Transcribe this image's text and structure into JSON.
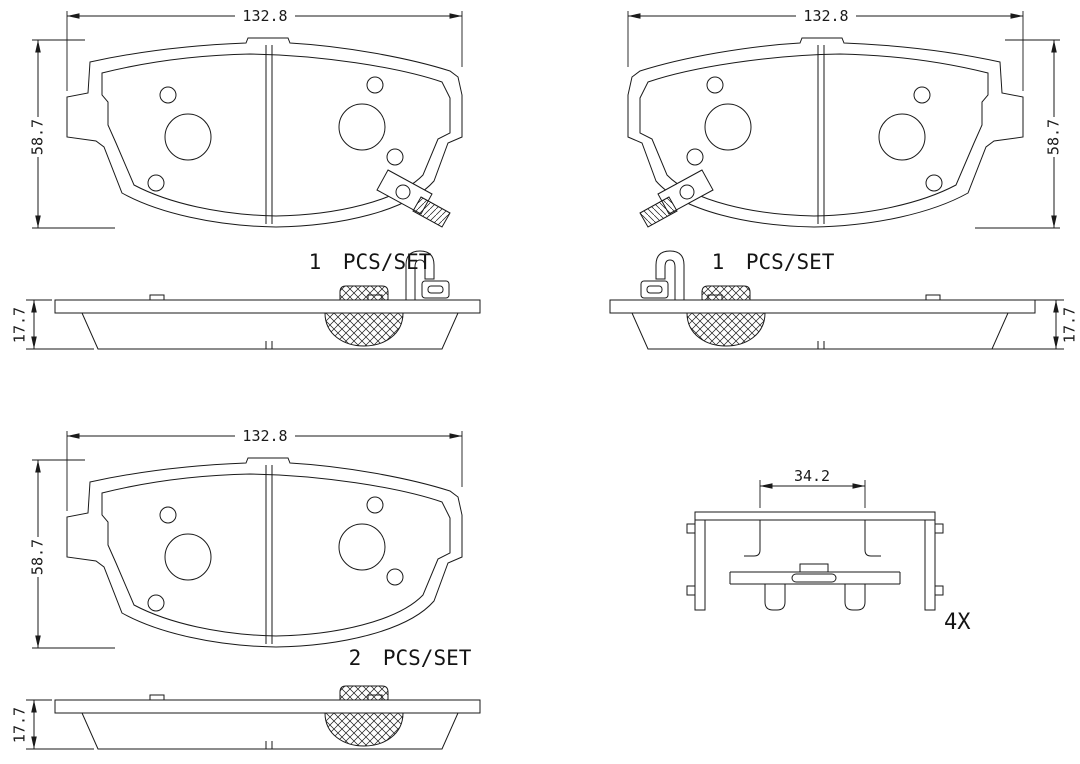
{
  "page": {
    "background": "#ffffff",
    "line_color": "#1a1a1a"
  },
  "views": {
    "pad_top_left": {
      "name": "brake-pad-with-wear-indicator-right",
      "width_dim": "132.8",
      "height_dim": "58.7",
      "thickness_dim": "17.7",
      "qty_label": "1 PCS/SET"
    },
    "pad_top_right": {
      "name": "brake-pad-with-wear-indicator-left",
      "width_dim": "132.8",
      "height_dim": "58.7",
      "thickness_dim": "17.7",
      "qty_label": "1 PCS/SET"
    },
    "pad_bottom_left": {
      "name": "brake-pad-plain",
      "width_dim": "132.8",
      "height_dim": "58.7",
      "thickness_dim": "17.7",
      "qty_label": "2 PCS/SET"
    },
    "clip": {
      "name": "abutment-clip",
      "width_dim": "34.2",
      "qty_label": "4X"
    }
  }
}
